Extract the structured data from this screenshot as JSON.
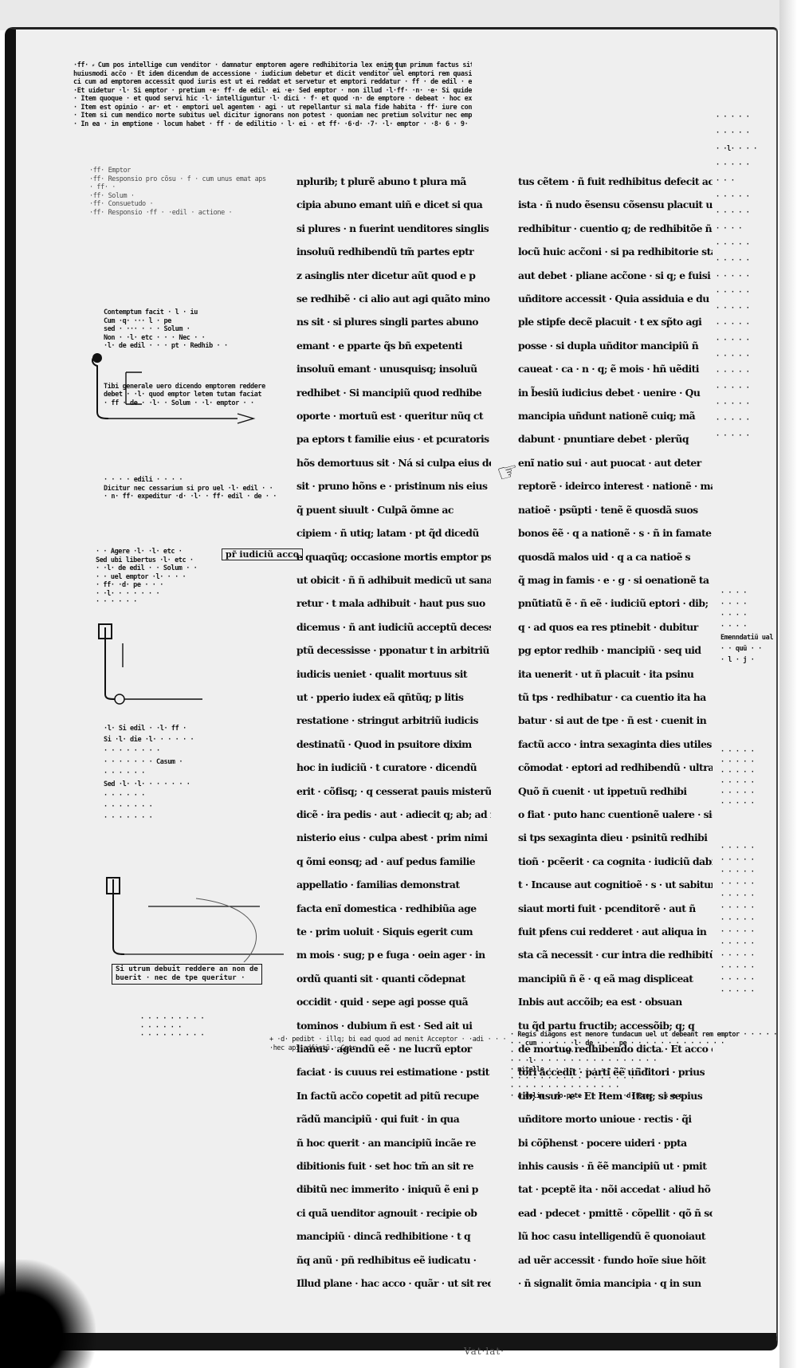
{
  "folio": "·31·",
  "shelfmark": "Vat·lat·",
  "top_gloss": [
    "·ff· ⸗ Cum pos intellige cum venditor · damnatur emptorem agere redhibitoria lex enim cum primum factus sit",
    "huiusmodi acc̃o · Et idem dicendum de accessione · iudicium debetur et dicit venditor uel emptori rem quasi fi",
    "ci cum ad emptorem accessit quod iuris est ut ei reddat et servetur et emptori reddatur · ff · de edil · e · Quod emptor",
    "·Et uidetur ·l· Si emptor · pretium ·e· ff· de edil· ei ·e· Sed emptor · non illud ·l·ff· ·n· ·e· Si quidem",
    "· Item quoque · et quod servi hic ·l· intelliguntur ·l· dici · f· et quod ·n· de emptore · debeat · hoc ex",
    "· Item est opinio · ar· et · emptori uel agentem · agi · ut repellantur si mala fide habita · ff· iure consen",
    "· Item si cum mendico morte subitus uel dicitur ignorans non potest · quoniam nec pretium solvitur nec emptor",
    "· In ea · in emptione · locum habet · ff · de edilitio · l· ei · et ff· ·6·d· ·7· ·l· emptor · ·8· 6 · 9· ·1· · ·"
  ],
  "left_glosses": {
    "g1": [
      "·ff· Emptor",
      "·ff· Responsio pro cõsu · f · cum unus emat aps",
      "· ff· ·",
      "·ff· Solum ·",
      "·ff· Consuetudo ·",
      "·ff· Responsio ·ff · ·edil · actione ·"
    ],
    "g2": [
      "Contemptum facit · l · iu",
      "Cum ·q· ··· l · pe",
      "sed · ··· · · · Solum ·",
      "Non · ·l· etc · · · Nec · ·",
      "·l· de edil · · · pt · Redhib · ·",
      "Tibi generale uero dicendo emptorem reddere",
      "debet · ·l· quod emptor letem tutam faciat",
      "· ff · de · ·l· · Solum · ·l· emptor · ·"
    ],
    "g3": [
      "· · · · edili · · · ·",
      "Dicitur nec cessarium si pro uel ·l· edil · ·",
      "· n· ff· expeditur ·d· ·l· · ff· edil · de · ·"
    ],
    "g4": [
      "· · Agere ·l· ·l· etc ·",
      "Sed ubi libertus ·l· etc ·",
      "· ·l· de edil · · Solum · ·",
      "· · uel emptor ·l· · · ·",
      "· ff· ·d· pe · · ·",
      "· ·l· · · · · · ·",
      "· · · · · ·"
    ],
    "g5": [
      "·l· Si edil · ·l· ff ·",
      "Si ·l· die ·l· · · · · ·",
      "· · · · · · · ·",
      "· · · · · · · Casum ·",
      "·  · · · · ·",
      "Sed ·l· ·l· · · · · · ·",
      "· · · · · ·",
      "· · · · · · ·",
      "· · · · · · ·"
    ],
    "g6": [
      "· · · · · · · · ·",
      "· · · · · ·",
      "· · · · · · · · ·"
    ]
  },
  "boxed_note": [
    "Si utrum debuit reddere an non de",
    "buerit · nec de tpe queritur ·"
  ],
  "catchword": "pr̃ iudiciũ acco",
  "column_a": [
    "nplurib; t plurẽ abuno t plura mã",
    "cipia abuno emant uiñ e dicet si qua",
    "si plures · n fuerint uenditores singlis",
    "insoluũ redhibendũ tm̃ partes eptr",
    "z asinglis nter dicetur aũt quod e p",
    "se redhibẽ · ci alio aut agi quãto mino",
    "ns sit · si plures singli partes abuno",
    "emant · e pparte q̃s bñ expetenti",
    "insoluũ emant · unusquisq; insoluũ",
    "redhibet · Si mancipiũ quod redhibe",
    "oporte · mortuũ est · queritur nũq ct",
    "pa eptors t familie eius · et pcuratoris",
    "hõs demortuus sit · Ná si culpa eius decessi",
    "sit · pruno hõns e · pristinum nis eius",
    "q̃ puent siuult · Culpã õmne ac",
    "cipiem · ñ utiq; latam · pt q̃d dicedũ",
    "e quaqũq; occasione mortis emptor psit",
    "ut obicit · ñ ñ adhibuit medicũ ut sana",
    "retur · t mala adhibuit · haut pus suo",
    "dicemus · ñ ant iudiciũ acceptũ decesse · Cum",
    "ptũ decessisse · pponatur t in arbitriũ",
    "iudicis ueniet · qualit mortuus sit",
    "ut · pperio iudex eã qñtũq; p litis",
    "restatione · stringut arbitriũ iudicis",
    "destinatũ · Quod in psuitore dixim",
    "hoc in iudiciũ · t curatore · dicendũ",
    "erit · cõfisq; · q cesserat pauis misterũ",
    "dicẽ · ira pedis · aut · adiecit q; ab; ad mi",
    "nisterio eius · culpa abest · prim nimi",
    "q õmi eonsq; ad · auf pedus familie",
    "appellatio · familias demonstrat",
    "facta enĩ domestica · redhibiũa age",
    "te · prim uoluit · Siquis egerit cum",
    "m mois · sug; p e fuga · oein ager · in",
    "ordũ quanti sit · quanti cõdepnat",
    "occidit · quid · sepe agi posse quã",
    "tominos · dubium ñ est · Sed ait ui",
    "lianus · agendũ eẽ · ne lucrũ eptor",
    "faciat · is cuuus rei estimatione · pstit ·",
    "In factũ acc̃o copetit ad pitũ recupe",
    "rãdũ mancipiũ · qui fuit · in qua",
    "ñ hoc querit · an mancipiũ incãe re",
    "dibitionis fuit · set hoc tm̃ an sit re",
    "dibitũ nec immerito · iniquũ ẽ eni p",
    "ci quã uenditor agnouit · recipie ob",
    "mancipiũ · dincã redhibitione · t q",
    "ñq anũ · pñ redhibitus eẽ iudicatu ·",
    "Illud plane · hac acco · quãr · ut sit redhibi"
  ],
  "column_b": [
    "tus cẽtem · ñ fuit redhibitus defecit acco",
    "ista · ñ nudo ẽsensu cõsensu placuit ut",
    "redhibitur · cuentio q; de redhibitõe ñ fuit",
    "locũ huic acc̃oni · si pa redhibitorie statui",
    "aut debet · pliane acc̃one · si q; e fuisi",
    "uñditore accessit · Quia assiduia e du",
    "ple stipfe decẽ placuit · t ex sp̃to agi",
    "posse · si dupla uñditor mancipiũ ñ",
    "caueat · ca · n · q; ẽ mois · hñ uẽditi",
    "in b̃esiũ iudicius debet · uenire · Qu",
    "mancipia uñdunt nationẽ cuiq; mã",
    "dabunt · pnuntiare debet · plerũq",
    "enĩ natio sui · aut puocat · aut deter",
    "reptorẽ · ideirco interest · nationẽ · ma sare ·",
    "natioẽ · psũpti · tenẽ ẽ quosdã suos",
    "bonos ẽẽ · q a nationẽ · s · ñ in famate ·",
    "quosdã malos uid · q a ca natioẽ s",
    "q̃ mag in famis · e · g · si oenationẽ ta",
    "pnũtiatũ ẽ · ñ eẽ · iudiciũ eptori · dib;",
    "q · ad quos ea res ptinebit · dubitur",
    "pg eptor redhib · mancipiũ · seq uid",
    "ita uenerit · ut ñ placuit · ita psinu",
    "tũ tps · redhibatur · ca cuentio ita ha",
    "batur · si aut de tpe · ñ est · cuenit in",
    "factũ acco · intra sexaginta dies utiles ac",
    "cõmodat · eptori ad redhibendũ · ultra ñ",
    "Quõ ñ cuenit · ut ippetuũ redhibi",
    "o fiat · puto hanc cuentionẽ ualere · sic",
    "si tps sexaginta dieu · psinitũ redhibi",
    "tioñ · pcẽerit · ca cognita · iudiciũ dabi",
    "t · Incause aut cognitioẽ · s · ut sabitur",
    "siaut morti fuit · pcenditorẽ · aut ñ",
    "fuit pfens cui redderet · aut aliqua in",
    "sta cã necessit · cur intra die redhibitũ",
    "mancipiũ ñ ẽ · q eã mag displiceat",
    "Inbis aut accõib; ea est · obsuan",
    "tu q̃d partu fructib; accessõib; q; q",
    "de mortuo redhibendo dicta · Et acco ep",
    "tori accedit · parti ẽẽ uñditori · prius",
    "tib; usui · e · Et Item · Itaq; si sepius",
    "uñditore morto unioue · rectis · q̃i",
    "bi cõp̃henst · pocere uideri · ppta",
    "inhis causis · ñ ẽẽ mancipiũ ut · pmit",
    "tat · pceptẽ ita · nõi accedat · aliud hõ",
    "ead · pdecet · pmittẽ · cõpellit · qõ ñ so",
    "lũ hoc casu intelligendũ ẽ quonoiaut",
    "ad uẽr accessit · fundo hoĩe siue hõit",
    "· ñ signalit õmia mancipia · q in sun"
  ],
  "bottom_gloss_left": [
    "+ ·d· pedibt · illq; bi ead quod ad menit Acceptor · ·adi · · · ·",
    "·hec apĩ adfictũ · Cptr"
  ],
  "bottom_gloss_right": [
    "· Regis diagons est menore tundacum uel ut debeant rem emptor · · · · · ·",
    "· · cum · · · · ·l· de · · · pe · · · · · · · · · · · · ·",
    "· · · · · · · ·d· · · · · · · · · · · · ·",
    "· · ·l· · · · · · · · · · · · · · · · ·",
    "· mitelle · · · · · · · · · · · · · ·",
    "· · · · · · · · · · · · · · · · ·",
    "· · · · · · · · · · · · · · ·",
    "· a uelim · no pote · · · · · ·d· Proc · s e u"
  ],
  "right_margin_glosses": {
    "r1": [
      "· · · · ·",
      "· · · · ·",
      "· ·l· · · ·",
      "· · · · ·",
      "· · ·",
      "· · · · ·",
      "· · · · ·",
      "· · · ·",
      "· · · · ·",
      "· · · · ·",
      "· · · · ·",
      "· · · · ·",
      "· · · · ·",
      "· · · · ·",
      "· · · · ·",
      "· · · · ·",
      "· · · · ·",
      "· · · · ·",
      "· · · · ·",
      "· · · · ·",
      "· · · · ·"
    ],
    "r2": [
      "· · · ·",
      "· · · ·",
      "· · · ·",
      "· · · ·",
      "Emenndatiũ ual",
      "· · quũ · ·",
      "· l · j ·"
    ],
    "r3": [
      "· · · · ·",
      "· · · · ·",
      "· · · · ·",
      "· · · · ·",
      "· · · · ·",
      "· · · · ·"
    ],
    "r4": [
      "· · · · ·",
      "· · · · ·",
      "· · · · ·",
      "· · · · ·",
      "· · · · ·",
      "· · · · ·",
      "· · · · ·",
      "· · · · ·",
      "· · · · ·",
      "· · · · ·",
      "· · · · ·",
      "· · · · ·",
      "· · · · ·"
    ]
  }
}
